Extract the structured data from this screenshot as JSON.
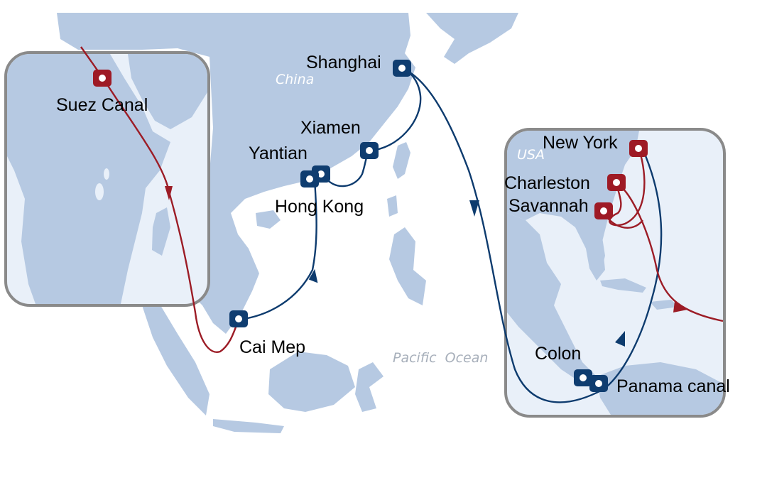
{
  "map": {
    "regions": {
      "china": "China",
      "usa": "USA",
      "ocean": "Pacific  Ocean"
    },
    "ports": {
      "shanghai": "Shanghai",
      "xiamen": "Xiamen",
      "yantian": "Yantian",
      "hong_kong": "Hong Kong",
      "cai_mep": "Cai Mep",
      "suez": "Suez Canal",
      "new_york": "New York",
      "charleston": "Charleston",
      "savannah": "Savannah",
      "colon": "Colon",
      "panama": "Panama canal"
    },
    "colors": {
      "land": "#b6c9e2",
      "inset_bg": "#e9f0f9",
      "inset_border": "#8a8a8a",
      "route_blue": "#0d3b6e",
      "route_red": "#9c1c26",
      "marker_blue": "#0f3d70",
      "marker_red": "#9e1a25"
    }
  }
}
